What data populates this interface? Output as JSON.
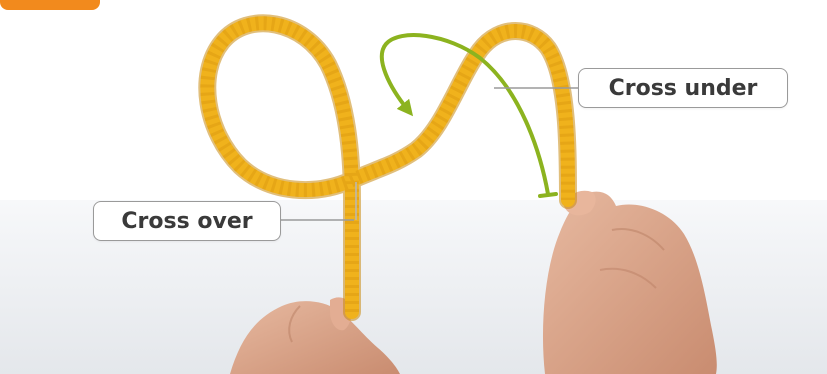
{
  "labels": {
    "cross_under": "Cross under",
    "cross_over": "Cross over"
  },
  "colors": {
    "rope": "#f0b21c",
    "rope_shadow": "#c98a10",
    "arrow": "#8cb31f",
    "accent_tab": "#f28a1d",
    "callout_border": "#9a9a9a",
    "background_floor": "#eef0f3",
    "skin": "#d9a58b"
  },
  "icons": {
    "direction_arrow": "curved-arrow-icon",
    "corner_tab": "orange-tab"
  }
}
